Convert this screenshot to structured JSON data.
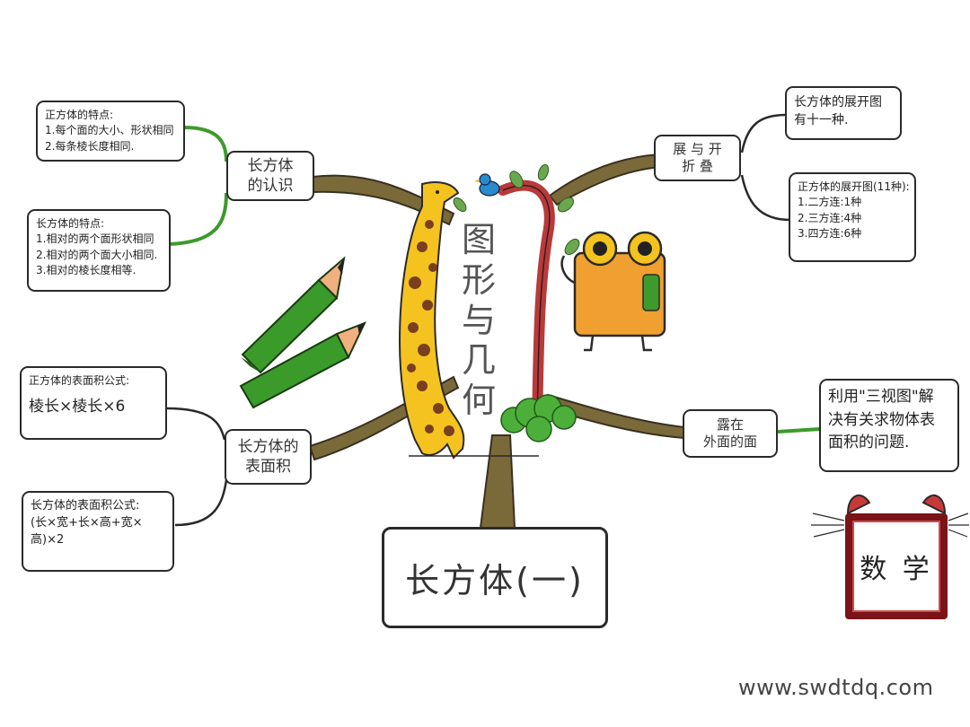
{
  "center_title": [
    "图",
    "形",
    "与",
    "几",
    "何"
  ],
  "main_title": "长方体(一)",
  "subject_label": "数 学",
  "watermark": "www.swdtdq.com",
  "colors": {
    "branch": "#7a6a3a",
    "connector_green": "#3d9a2c",
    "giraffe": "#f5c320",
    "frame": "#7a1418",
    "pencil": "#3a9a2a",
    "robot": "#f0a030"
  },
  "branches": {
    "cognition": {
      "label": [
        "长方体",
        "的认识"
      ],
      "cube_features": [
        "正方体的特点:",
        "1.每个面的大小、形状相同",
        "2.每条棱长度相同."
      ],
      "cuboid_features": [
        "长方体的特点:",
        "1.相对的两个面形状相同",
        "2.相对的两个面大小相同.",
        "3.相对的棱长度相等."
      ]
    },
    "unfold": {
      "label": [
        "展 与 开",
        "折 叠"
      ],
      "cuboid_net": [
        "长方体的展开图",
        "有十一种."
      ],
      "cube_net": [
        "正方体的展开图(11种):",
        "1.二方连:1种",
        "2.三方连:4种",
        "3.四方连:6种"
      ]
    },
    "surface_area": {
      "label": [
        "长方体的",
        "表面积"
      ],
      "cube_formula": [
        "正方体的表面积公式:",
        "棱长×棱长×6"
      ],
      "cuboid_formula": [
        "长方体的表面积公式:",
        "(长×宽+长×高+宽×",
        "高)×2"
      ]
    },
    "exposed_faces": {
      "label": [
        "露在",
        "外面的面"
      ],
      "note": [
        "利用\"三视图\"解",
        "决有关求物体表",
        "面积的问题."
      ]
    }
  }
}
